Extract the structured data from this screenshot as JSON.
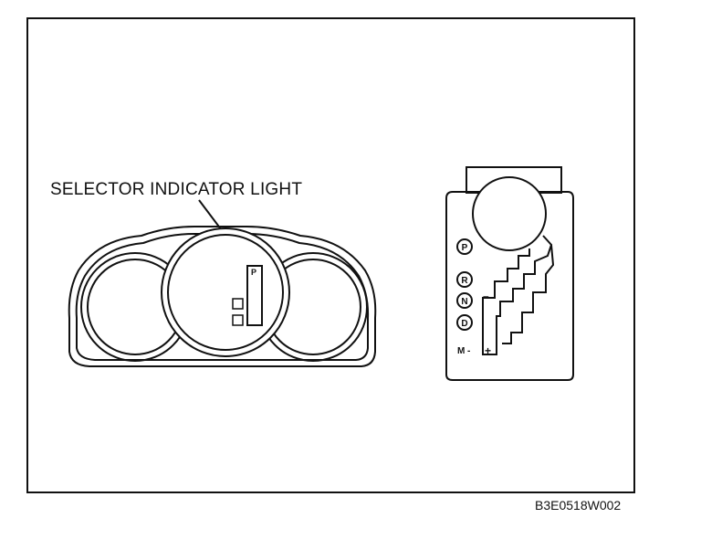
{
  "diagram": {
    "callout_label": "SELECTOR INDICATOR LIGHT",
    "figure_code": "B3E0518W002",
    "indicator_letter": "P",
    "shift_positions": [
      "P",
      "R",
      "N",
      "D"
    ],
    "manual_label": "M",
    "manual_minus": "-",
    "manual_plus": "+",
    "manual_minus_short": "–"
  }
}
